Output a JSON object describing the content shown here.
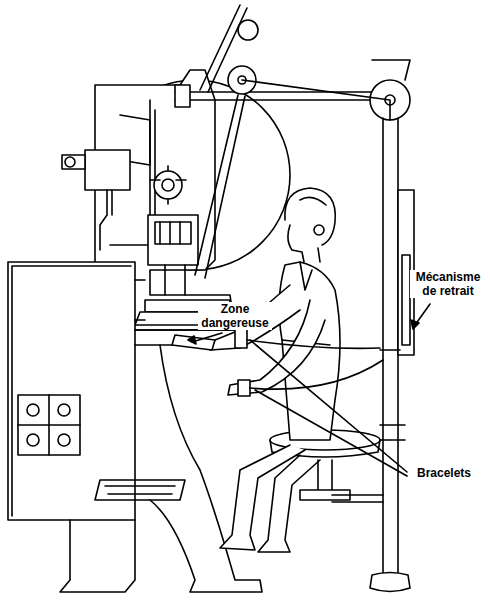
{
  "diagram": {
    "labels": [
      "Zone dangereuse",
      "Mécanisme de retrait",
      "Bracelets"
    ]
  }
}
